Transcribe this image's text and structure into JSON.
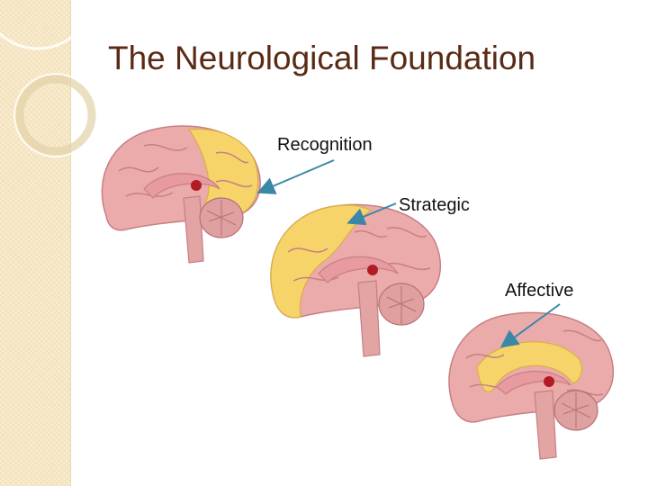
{
  "slide": {
    "title": "The Neurological Foundation"
  },
  "networks": [
    {
      "label": "Recognition",
      "highlight_region": "back cortex"
    },
    {
      "label": "Strategic",
      "highlight_region": "front cortex"
    },
    {
      "label": "Affective",
      "highlight_region": "limbic center"
    }
  ],
  "colors": {
    "title": "#5a2a14",
    "strip": "#f6e7c4",
    "brain_pink": "#ecabab",
    "highlight_yellow": "#f6d46a",
    "arrow": "#3a87a8"
  }
}
